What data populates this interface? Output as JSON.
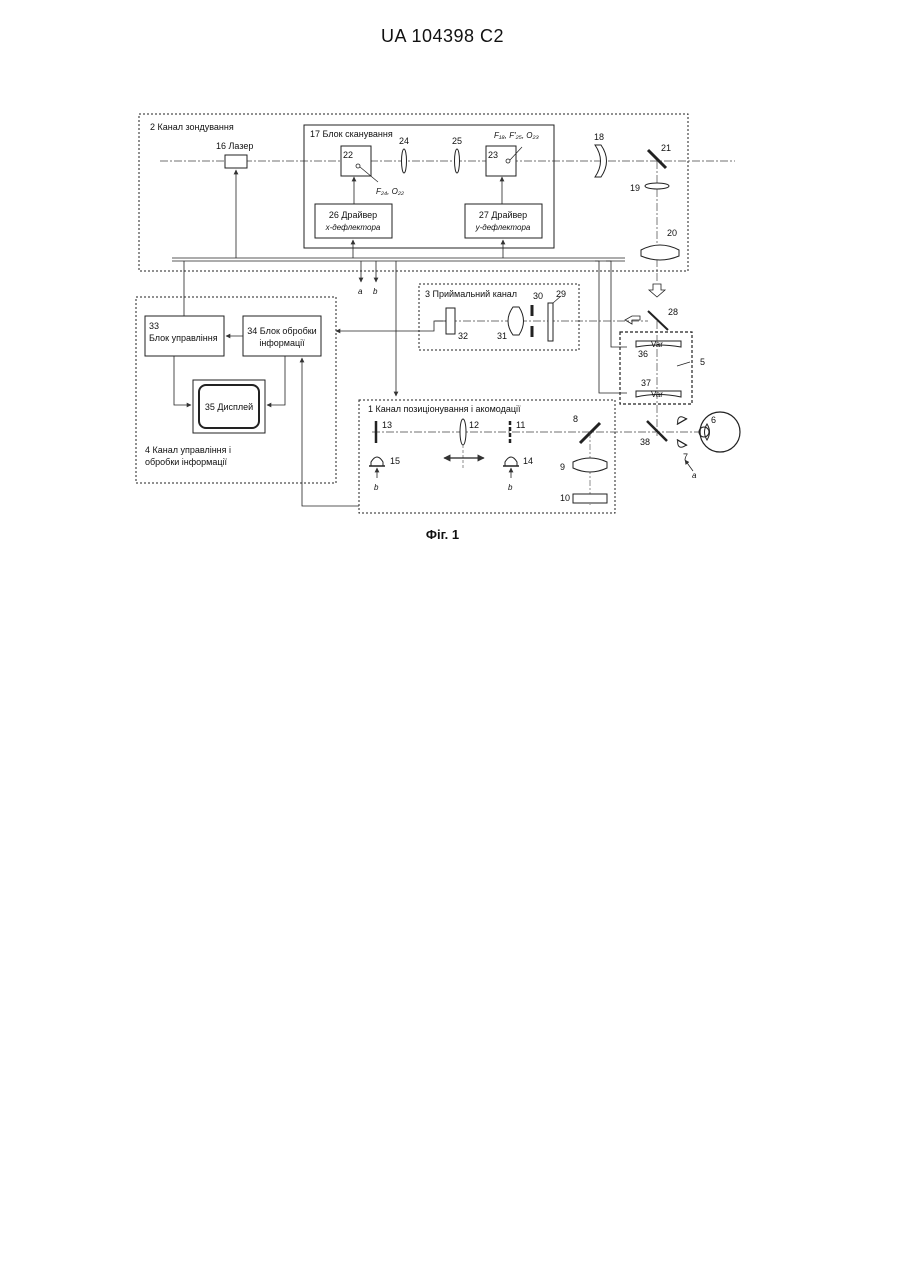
{
  "header": {
    "patent_number": "UA   104398   C2"
  },
  "caption": "Фіг. 1",
  "blocks": {
    "probe_channel": "2  Канал зондування",
    "laser": "16  Лазер",
    "scan_block": "17  Блок сканування",
    "d22": "22",
    "d23": "23",
    "f24": "F₂₄, O₂₂",
    "f18": "F₁₈, F′₂₅, O₂₃",
    "l24": "24",
    "l25": "25",
    "l18": "18",
    "l21": "21",
    "l19": "19",
    "l20": "20",
    "drv_x_1": "26 Драйвер",
    "drv_x_2": "x-дефлектора",
    "drv_y_1": "27 Драйвер",
    "drv_y_2": "y-дефлектора",
    "sig_a": "a",
    "sig_b": "b",
    "recv_channel": "3  Приймальний канал",
    "l32": "32",
    "l31": "31",
    "l30": "30",
    "l29": "29",
    "l28": "28",
    "ctrl_1": "33",
    "ctrl_2": "Блок управління",
    "proc_1": "34 Блок обробки",
    "proc_2": "інформації",
    "display": "35  Дисплей",
    "ctrl_channel_1": "4 Канал управління і",
    "ctrl_channel_2": "обробки інформації",
    "l36": "36",
    "l37": "37",
    "var": "Var",
    "l5": "5",
    "pos_channel": "1  Канал позиціонування і акомодації",
    "l13": "13",
    "l12": "12",
    "l11": "11",
    "l8": "8",
    "l15": "15",
    "l14": "14",
    "l9": "9",
    "l10": "10",
    "l38": "38",
    "l6": "6",
    "l7": "7",
    "led_b": "b",
    "eye_a": "a"
  }
}
